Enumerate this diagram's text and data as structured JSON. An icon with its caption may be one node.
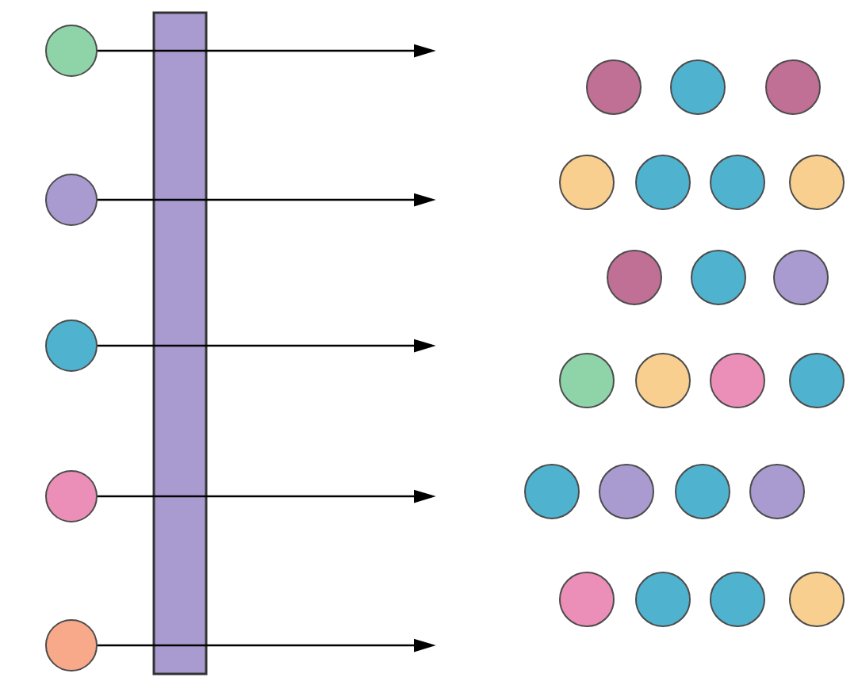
{
  "diagram": {
    "nodes": [
      {
        "text": [],
        "shape": "circle"
      },
      {
        "text": [],
        "shape": "circle"
      },
      {
        "text": [],
        "shape": "circle"
      },
      {
        "text": [],
        "shape": "circle"
      },
      {
        "text": [],
        "shape": "circle"
      },
      {
        "text": [],
        "shape": "circle"
      },
      {
        "text": [],
        "shape": "circle"
      },
      {
        "text": [],
        "shape": "circle"
      },
      {
        "text": [],
        "shape": "circle"
      },
      {
        "text": [],
        "shape": "circle"
      },
      {
        "text": [],
        "shape": "circle"
      },
      {
        "text": [],
        "shape": "circle"
      },
      {
        "text": [],
        "shape": "circle"
      },
      {
        "text": [],
        "shape": "circle"
      },
      {
        "text": [],
        "shape": "circle"
      },
      {
        "text": [],
        "shape": "circle"
      },
      {
        "text": [],
        "shape": "circle"
      },
      {
        "text": [],
        "shape": "circle"
      },
      {
        "text": [],
        "shape": "circle"
      },
      {
        "text": [],
        "shape": "circle"
      },
      {
        "text": [],
        "shape": "circle"
      },
      {
        "text": [],
        "shape": "circle"
      },
      {
        "text": [],
        "shape": "circle"
      },
      {
        "text": [],
        "shape": "circle"
      },
      {
        "text": [],
        "shape": "circle"
      },
      {
        "text": [],
        "shape": "circle"
      },
      {
        "text": [],
        "shape": "circle"
      },
      {
        "text": [],
        "shape": "bar"
      }
    ],
    "edges": [
      {
        "from": 0,
        "to": null,
        "arrow": "to"
      },
      {
        "from": 1,
        "to": null,
        "arrow": "to"
      },
      {
        "from": 2,
        "to": null,
        "arrow": "to"
      },
      {
        "from": 3,
        "to": null,
        "arrow": "to"
      },
      {
        "from": 4,
        "to": null,
        "arrow": "to"
      }
    ]
  }
}
